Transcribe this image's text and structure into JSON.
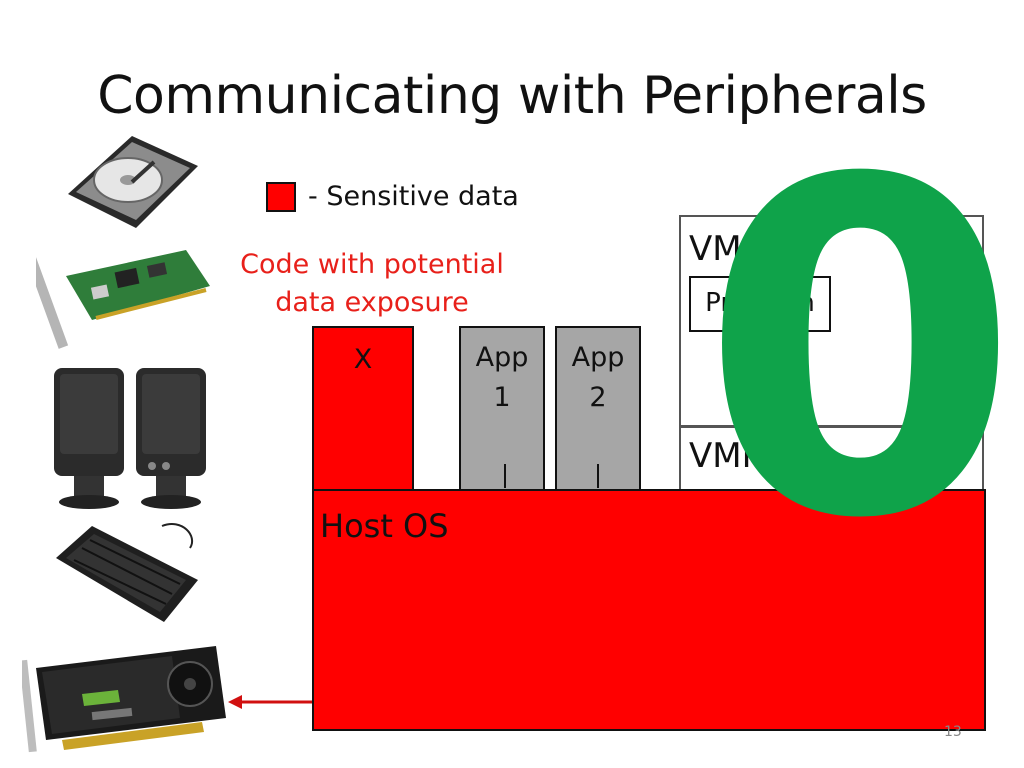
{
  "slide": {
    "title": "Communicating with Peripherals",
    "page_number": "13"
  },
  "legend": {
    "label": "- Sensitive data",
    "swatch_color": "#ff0000"
  },
  "annotation": {
    "text": "Code with potential\ndata exposure",
    "color": "#e8201a"
  },
  "components": {
    "x_label": "X",
    "app1_label": "App\n1",
    "app2_label": "App\n2",
    "vm_label": "VM",
    "program_label": "Program",
    "vmm_label": "VMM",
    "host_os_label": "Host OS"
  },
  "overlay": {
    "glyph": "0",
    "color": "#0fa34a"
  },
  "colors": {
    "sensitive": "#ff0000",
    "app": "#a6a6a6",
    "arrow": "#d11010"
  },
  "icons": [
    "hard-drive-icon",
    "network-card-icon",
    "speakers-icon",
    "keyboard-icon",
    "gpu-card-icon"
  ]
}
